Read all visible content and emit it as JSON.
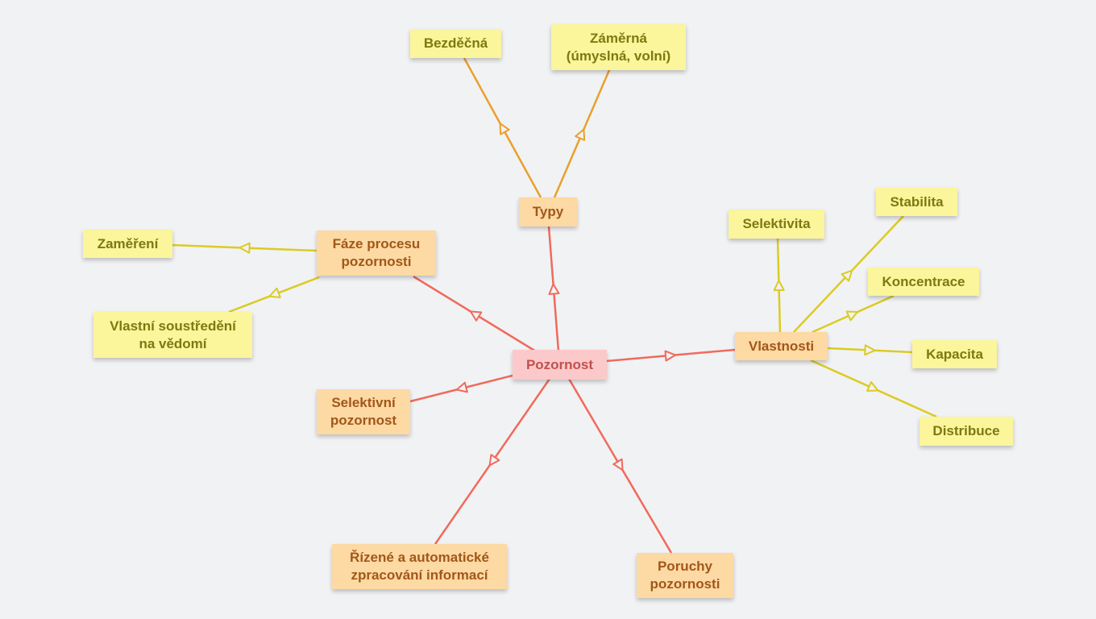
{
  "colors": {
    "root_fill": "#fbc9c9",
    "root_text": "#c2504f",
    "root_edge": "#f06a5c",
    "mid_fill": "#fdd9a3",
    "mid_text": "#a2571a",
    "mid_edge": "#e9a02c",
    "leaf_fill": "#fbf59c",
    "leaf_text": "#7c7a10",
    "leaf_edge": "#dccb22",
    "background": "#f1f2f4"
  },
  "nodes": {
    "root": "Pozornost",
    "typy": "Typy",
    "bezdecna": "Bezděčná",
    "zamerna": "Záměrná\n(úmyslná, volní)",
    "faze": "Fáze procesu\npozornosti",
    "zamereni": "Zaměření",
    "soustredeni": "Vlastní soustředění\nna vědomí",
    "vlastnosti": "Vlastnosti",
    "selektivita": "Selektivita",
    "stabilita": "Stabilita",
    "koncentrace": "Koncentrace",
    "kapacita": "Kapacita",
    "distribuce": "Distribuce",
    "selektivni": "Selektivní\npozornost",
    "rizene": "Řízené a automatické\nzpracování informací",
    "poruchy": "Poruchy\npozornosti"
  }
}
